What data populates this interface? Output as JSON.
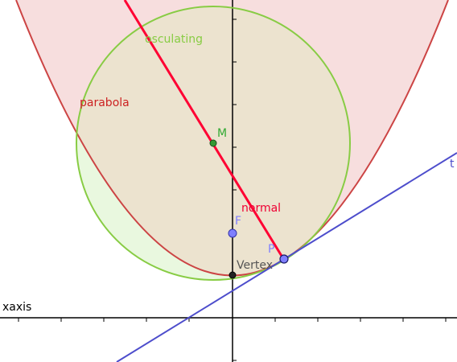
{
  "diagram": {
    "labels": {
      "osculating": "osculating",
      "parabola": "parabola",
      "normal": "normal",
      "tangent": "t",
      "xaxis": "xaxis",
      "M": "M",
      "F": "F",
      "P": "P",
      "vertex": "Vertex"
    },
    "colors": {
      "parabola": "#cc4444",
      "parabola_fill": "#f7dede",
      "circle": "#88cc44",
      "circle_fill": "#ece3cf",
      "normal": "#ff0033",
      "tangent": "#4d4dcc",
      "axis": "#000000",
      "point_blue": "#7f7fff",
      "point_green": "#339933",
      "vertex_point": "#222222",
      "label_osculating": "#88cc44",
      "label_parabola": "#cc2222",
      "label_normal": "#ee0033",
      "label_M": "#33aa33",
      "label_F": "#7f7fff",
      "label_P": "#7f7fff",
      "label_vertex": "#555555"
    }
  }
}
